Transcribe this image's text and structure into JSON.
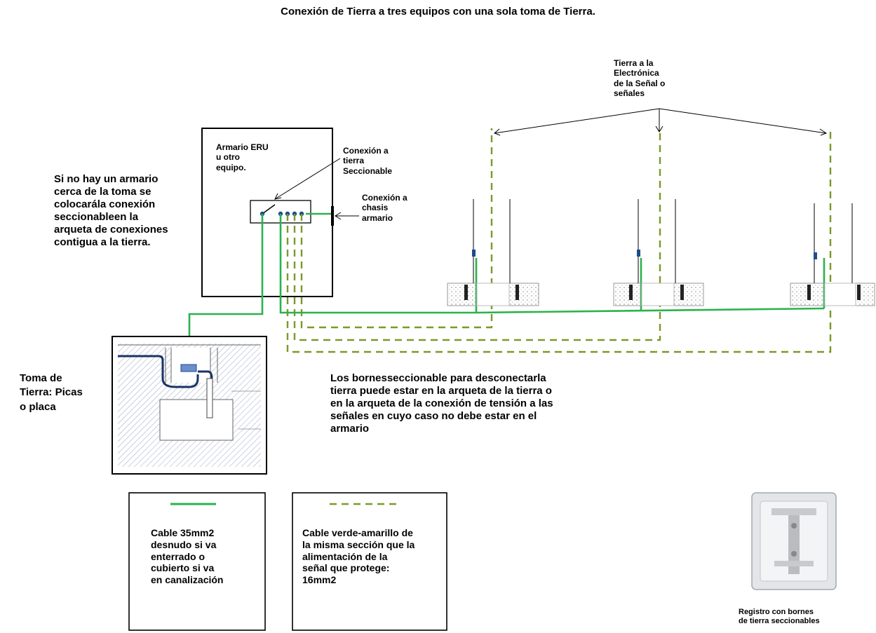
{
  "title": "Conexión de Tierra a tres equipos con una sola toma de Tierra.",
  "labels": {
    "signal_ground": "Tierra a la\nElectrónica\nde la Señal o\nseñales",
    "cabinet": "Armario ERU\nu otro\nequipo.",
    "sectionable": "Conexión a\ntierra\nSeccionable",
    "chassis": "Conexión a\nchasis\narmario",
    "no_cabinet": "Si no hay un armario\ncerca de la toma se\ncolocarála conexión\nseccionableen la\narqueta de conexiones\ncontigua a la tierra.",
    "ground_take": "Toma de\nTierra: Picas\no placa",
    "terminals_note": "Los bornesseccionable para desconectarla\ntierra puede estar en la arqueta de la tierra o\nen la arqueta de la conexión de tensión a las\nseñales en cuyo caso no debe estar en el\narmario",
    "registry": "Registro con bornes\nde tierra seccionables"
  },
  "legend": {
    "solid": {
      "text": "Cable 35mm2\ndesnudo si va\nenterrado o\ncubierto si va\nen canalización",
      "color": "#2bb24c"
    },
    "dashed": {
      "text": "Cable verde-amarillo de\nla misma sección que la\nalimentación de la\nseñal que protege:\n16mm2",
      "color": "#7a9a2a"
    }
  }
}
